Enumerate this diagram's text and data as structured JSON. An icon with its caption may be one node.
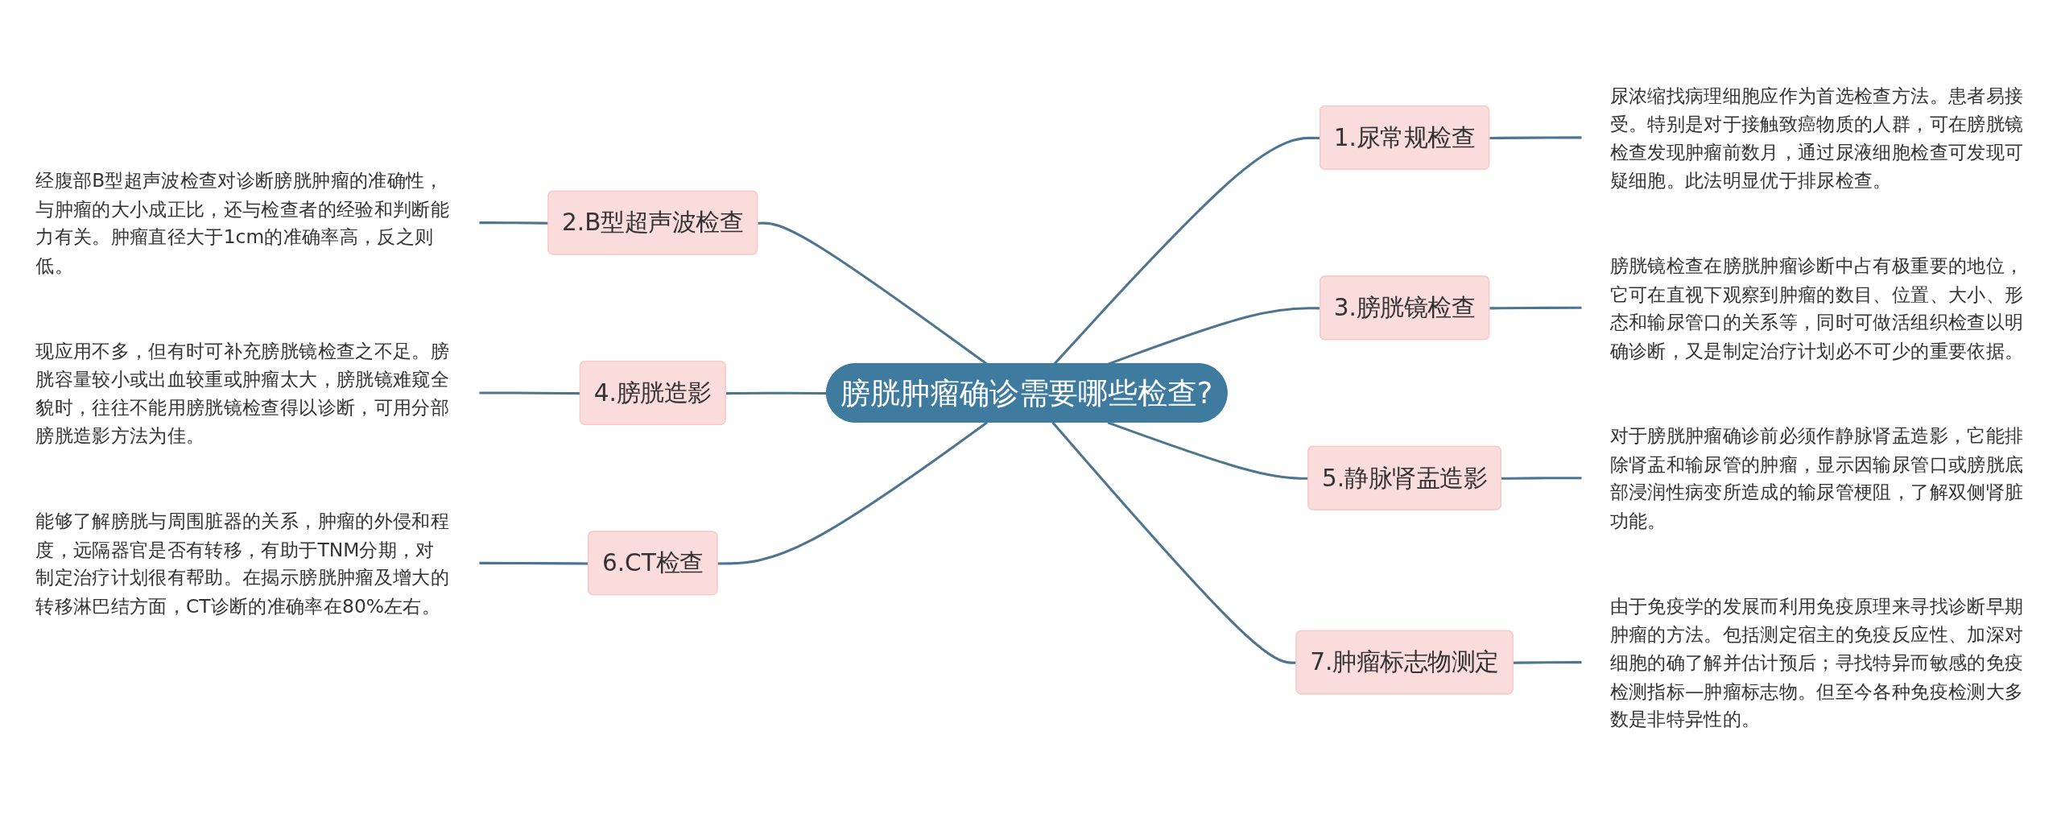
{
  "diagram": {
    "nodes": [
      {
        "text": [
          "膀胱肿瘤确诊需要哪些检查?"
        ]
      },
      {
        "text": [
          "1.尿常规检查"
        ]
      },
      {
        "text": [
          "尿浓缩找病理细胞应作为首选检查方法。患者易接受。特别是对于接触致癌物质的人群，可在膀胱镜检查发现肿瘤前数月，通过尿液细胞检查可发现可疑细胞。此法明显优于排尿检查。"
        ]
      },
      {
        "text": [
          "2.B型超声波检查"
        ]
      },
      {
        "text": [
          "经腹部B型超声波检查对诊断膀胱肿瘤的准确性，与肿瘤的大小成正比，还与检查者的经验和判断能力有关。肿瘤直径大于1cm的准确率高，反之则低。"
        ]
      },
      {
        "text": [
          "3.膀胱镜检查"
        ]
      },
      {
        "text": [
          "膀胱镜检查在膀胱肿瘤诊断中占有极重要的地位，它可在直视下观察到肿瘤的数目、位置、大小、形态和输尿管口的关系等，同时可做活组织检查以明确诊断，又是制定治疗计划必不可少的重要依据。"
        ]
      },
      {
        "text": [
          "4.膀胱造影"
        ]
      },
      {
        "text": [
          "现应用不多，但有时可补充膀胱镜检查之不足。膀胱容量较小或出血较重或肿瘤太大，膀胱镜难窥全貌时，往往不能用膀胱镜检查得以诊断，可用分部膀胱造影方法为佳。"
        ]
      },
      {
        "text": [
          "5.静脉肾盂造影"
        ]
      },
      {
        "text": [
          "对于膀胱肿瘤确诊前必须作静脉肾盂造影，它能排除肾盂和输尿管的肿瘤，显示因输尿管口或膀胱底部浸润性病变所造成的输尿管梗阻，了解双侧肾脏功能。"
        ]
      },
      {
        "text": [
          "6.CT检查"
        ]
      },
      {
        "text": [
          "能够了解膀胱与周围脏器的关系，肿瘤的外侵和程度，远隔器官是否有转移，有助于TNM分期，对制定治疗计划很有帮助。在揭示膀胱肿瘤及增大的转移淋巴结方面，CT诊断的准确率在80%左右。"
        ]
      },
      {
        "text": [
          "7.肿瘤标志物测定"
        ]
      },
      {
        "text": [
          "由于免疫学的发展而利用免疫原理来寻找诊断早期肿瘤的方法。包括测定宿主的免疫反应性、加深对细胞的确了解并估计预后；寻找特异而敏感的免疫检测指标—肿瘤标志物。但至今各种免疫检测大多数是非特异性的。"
        ]
      }
    ],
    "edges": [
      {
        "from": 0,
        "to": 1,
        "arrow": "none"
      },
      {
        "from": 1,
        "to": 2,
        "arrow": "none"
      },
      {
        "from": 0,
        "to": 3,
        "arrow": "none"
      },
      {
        "from": 3,
        "to": 4,
        "arrow": "none"
      },
      {
        "from": 0,
        "to": 5,
        "arrow": "none"
      },
      {
        "from": 5,
        "to": 6,
        "arrow": "none"
      },
      {
        "from": 0,
        "to": 7,
        "arrow": "none"
      },
      {
        "from": 7,
        "to": 8,
        "arrow": "none"
      },
      {
        "from": 0,
        "to": 9,
        "arrow": "none"
      },
      {
        "from": 9,
        "to": 10,
        "arrow": "none"
      },
      {
        "from": 0,
        "to": 11,
        "arrow": "none"
      },
      {
        "from": 11,
        "to": 12,
        "arrow": "none"
      },
      {
        "from": 0,
        "to": 13,
        "arrow": "none"
      },
      {
        "from": 13,
        "to": 14,
        "arrow": "none"
      }
    ]
  }
}
